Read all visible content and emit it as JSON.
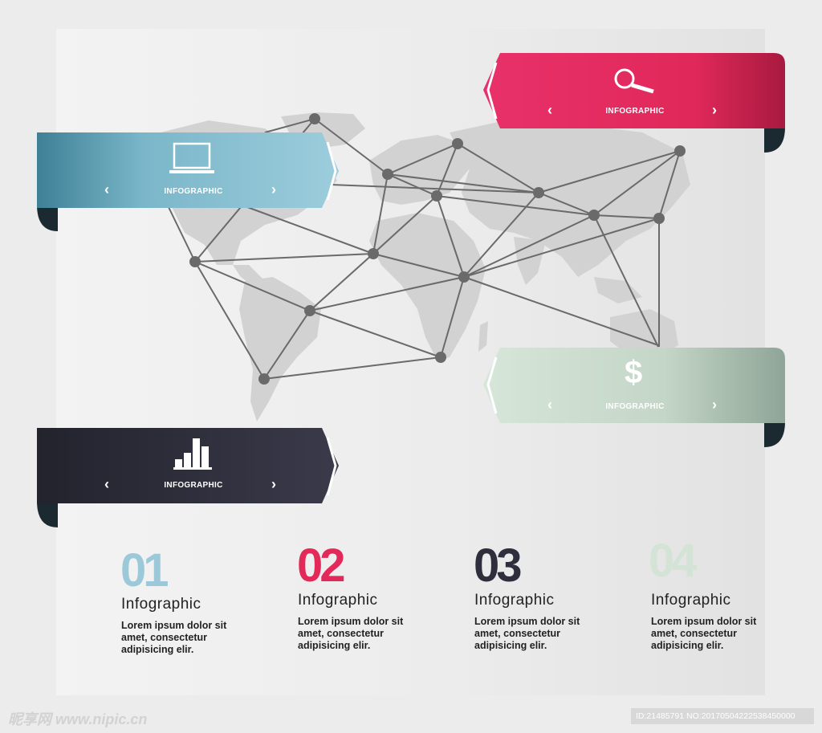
{
  "ribbons": [
    {
      "id": "blue",
      "label": "INFOGRAPHIC",
      "icon": "laptop-icon",
      "color": "#6fb0c6"
    },
    {
      "id": "red",
      "label": "INFOGRAPHIC",
      "icon": "magnifier-icon",
      "color": "#e3285a"
    },
    {
      "id": "green",
      "label": "INFOGRAPHIC",
      "icon": "dollar-icon",
      "color": "#c9d9cc"
    },
    {
      "id": "dark",
      "label": "INFOGRAPHIC",
      "icon": "bar-chart-icon",
      "color": "#2e2e3c"
    }
  ],
  "steps": [
    {
      "number": "01",
      "title": "Infographic",
      "text": "Lorem ipsum dolor sit amet, consectetur adipisicing elir.",
      "color": "#9cc9d9"
    },
    {
      "number": "02",
      "title": "Infographic",
      "text": "Lorem ipsum dolor sit amet, consectetur adipisicing elir.",
      "color": "#e3285a"
    },
    {
      "number": "03",
      "title": "Infographic",
      "text": "Lorem ipsum dolor sit amet, consectetur adipisicing elir.",
      "color": "#2e2e3c"
    },
    {
      "number": "04",
      "title": "Infographic",
      "text": "Lorem ipsum dolor sit amet, consectetur adipisicing elir.",
      "color": "#d3e3d6"
    }
  ],
  "dollar_symbol": "$",
  "watermark": {
    "left": "昵享网 www.nipic.cn",
    "right": "ID:21485791 NO:20170504222538450000"
  }
}
